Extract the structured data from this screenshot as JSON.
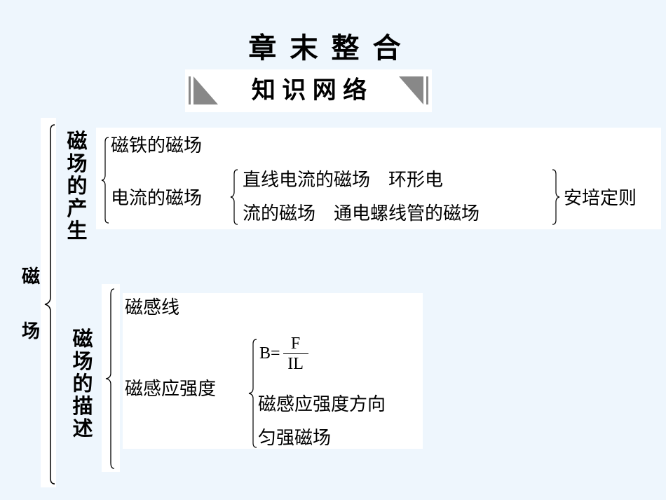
{
  "title": "章 末 整 合",
  "banner": "知 识 网 络",
  "root": [
    "磁",
    "场"
  ],
  "section1": {
    "label": "磁场的产生",
    "item1": "磁铁的磁场",
    "item2": "电流的磁场",
    "sub_line1": "直线电流的磁场　环形电",
    "sub_line2": "流的磁场　通电螺线管的磁场",
    "rule": "安培定则"
  },
  "section2": {
    "label": "磁场的描述",
    "item1": "磁感线",
    "item2": "磁感应强度",
    "formula": {
      "lhs": "B=",
      "numerator": "F",
      "denominator": "IL"
    },
    "sub2": "磁感应强度方向",
    "sub3": "匀强磁场"
  }
}
